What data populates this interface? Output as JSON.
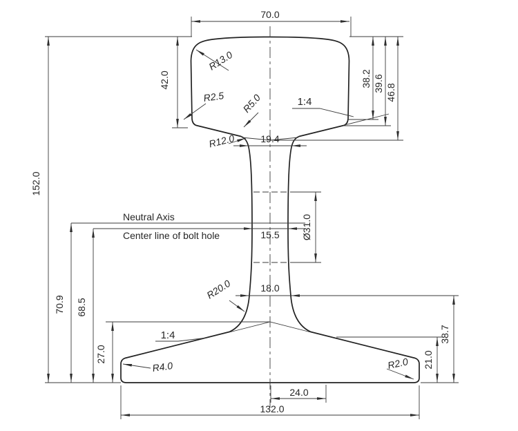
{
  "colors": {
    "line": "#2e2e2e",
    "background": "#ffffff"
  },
  "drawing": {
    "labels": {
      "head_width": "70.0",
      "r_head_corner": "R13.0",
      "head_height": "42.0",
      "r_head_side": "R2.5",
      "r_fishing": "R5.0",
      "head_slope": "1:4",
      "depth_38_2": "38.2",
      "depth_39_6": "39.6",
      "depth_46_8": "46.8",
      "r_web_top": "R12.0",
      "web_top_width": "19.4",
      "total_height": "152.0",
      "neutral_axis": "Neutral Axis",
      "bolt_center_line": "Center line of bolt hole",
      "web_thickness": "15.5",
      "bolt_hole_dia": "Ø31.0",
      "r_web_bottom": "R20.0",
      "web_bottom_width": "18.0",
      "h_70_9": "70.9",
      "h_68_5": "68.5",
      "h_27_0": "27.0",
      "foot_slope": "1:4",
      "r_foot_left": "R4.0",
      "r_foot_right": "R2.0",
      "h_21_0": "21.0",
      "h_38_7": "38.7",
      "w_24_0": "24.0",
      "foot_width": "132.0"
    }
  }
}
